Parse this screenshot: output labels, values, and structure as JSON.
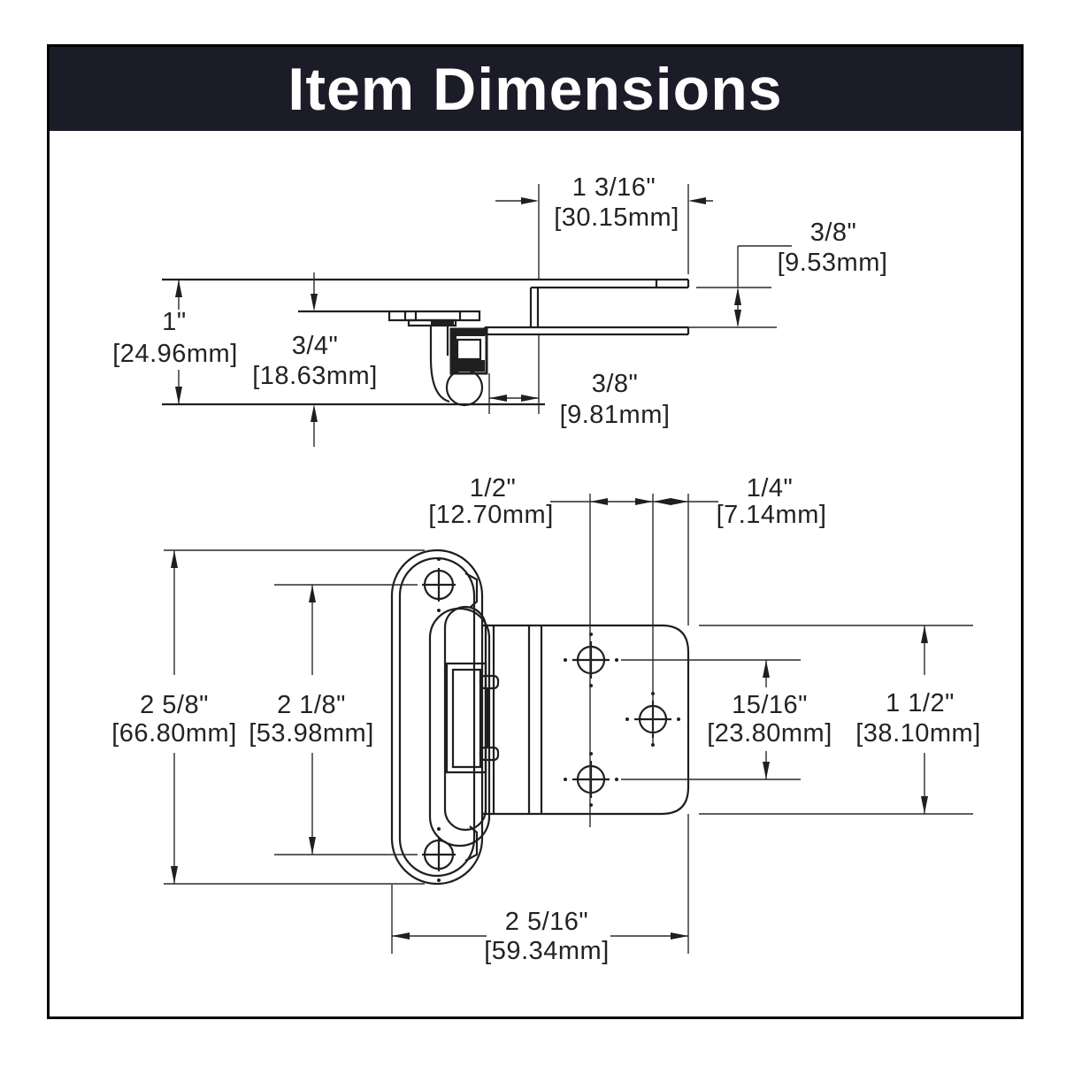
{
  "banner": {
    "title": "Item Dimensions",
    "bg_color": "#1c1c28",
    "text_color": "#ffffff"
  },
  "drawing": {
    "line_color": "#1f1f1f",
    "views": [
      "hinge side profile view",
      "hinge plan view"
    ]
  },
  "side_view": {
    "width_top": {
      "inches": "1 3/16\"",
      "mm": "[30.15mm]"
    },
    "offset_right": {
      "inches": "3/8\"",
      "mm": "[9.53mm]"
    },
    "height_total": {
      "inches": "1\"",
      "mm": "[24.96mm]"
    },
    "height_body": {
      "inches": "3/4\"",
      "mm": "[18.63mm]"
    },
    "offset_bottom": {
      "inches": "3/8\"",
      "mm": "[9.81mm]"
    }
  },
  "plan_view": {
    "hole_offset_half": {
      "inches": "1/2\"",
      "mm": "[12.70mm]"
    },
    "hole_offset_quarter": {
      "inches": "1/4\"",
      "mm": "[7.14mm]"
    },
    "plate_length": {
      "inches": "2 5/8\"",
      "mm": "[66.80mm]"
    },
    "plate_hole_spacing": {
      "inches": "2 1/8\"",
      "mm": "[53.98mm]"
    },
    "leaf_hole_spacing": {
      "inches": "15/16\"",
      "mm": "[23.80mm]"
    },
    "leaf_width": {
      "inches": "1 1/2\"",
      "mm": "[38.10mm]"
    },
    "overall_length": {
      "inches": "2 5/16\"",
      "mm": "[59.34mm]"
    }
  }
}
